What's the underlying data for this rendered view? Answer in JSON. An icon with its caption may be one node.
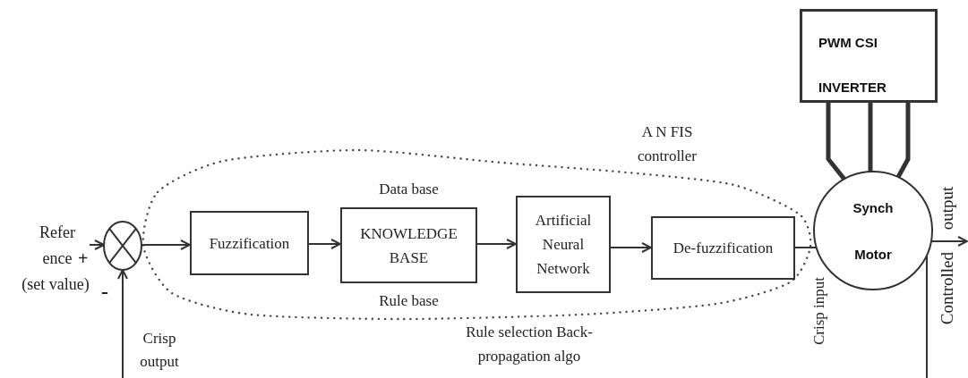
{
  "diagram": {
    "nodes": [
      {
        "text": [
          "Refer ence",
          "(set value)"
        ]
      },
      {
        "text": [],
        "shape": "circle"
      },
      {
        "text": [
          "Fuzzification"
        ],
        "in": 8
      },
      {
        "text": [
          "KNOWLEDGE BASE"
        ],
        "beside": [
          "Data base",
          "Rule base"
        ],
        "in": 8
      },
      {
        "text": [
          "Artificial Neural Network"
        ],
        "in": 8
      },
      {
        "text": [
          "De-fuzzification"
        ],
        "in": 8
      },
      {
        "text": [
          "Synch Motor"
        ]
      },
      {
        "text": [
          "PWM CSI INVERTER"
        ]
      },
      {
        "text": [
          "A N FIS controller",
          "Rule selection Back-propagation algo"
        ]
      }
    ],
    "edges": [
      {
        "from": 0,
        "to": 1,
        "arrow": "to"
      },
      {
        "from": 1,
        "to": 2,
        "arrow": "to"
      },
      {
        "from": 2,
        "to": 3,
        "arrow": "to"
      },
      {
        "from": 3,
        "to": 4,
        "arrow": "to"
      },
      {
        "from": 4,
        "to": 5,
        "arrow": "to"
      },
      {
        "from": 5,
        "to": 6,
        "arrow": "none",
        "label": "Crisp input"
      },
      {
        "from": 6,
        "to": null,
        "arrow": "to",
        "label": "Controlled output"
      },
      {
        "from": 6,
        "to": null,
        "arrow": "none"
      },
      {
        "from": null,
        "to": 1,
        "arrow": "to",
        "label": "Crisp output"
      },
      {
        "from": 7,
        "to": 6,
        "arrow": "none",
        "style": "thick"
      },
      {
        "from": 7,
        "to": 6,
        "arrow": "none",
        "style": "thick"
      },
      {
        "from": 7,
        "to": 6,
        "arrow": "none",
        "style": "thick"
      }
    ],
    "labels": [
      "+",
      "-"
    ]
  }
}
